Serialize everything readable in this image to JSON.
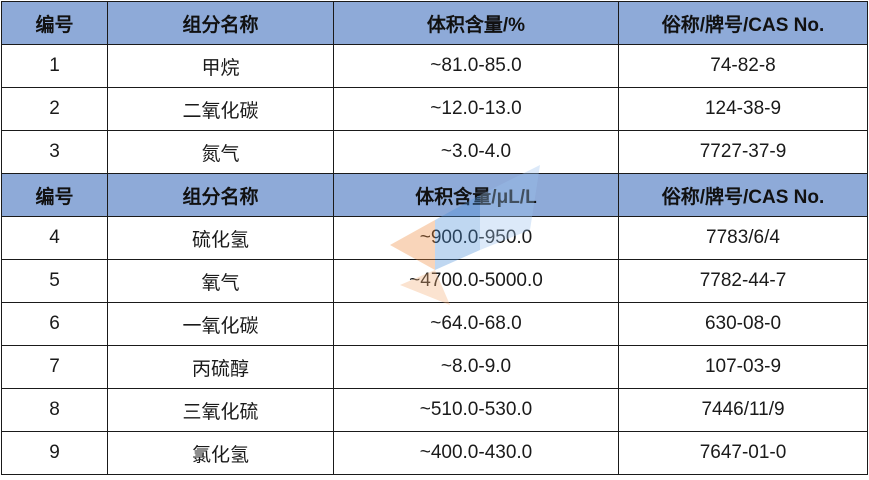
{
  "tables": [
    {
      "headers": [
        "编号",
        "组分名称",
        "体积含量/%",
        "俗称/牌号/CAS No."
      ],
      "rows": [
        [
          "1",
          "甲烷",
          "~81.0-85.0",
          "74-82-8"
        ],
        [
          "2",
          "二氧化碳",
          "~12.0-13.0",
          "124-38-9"
        ],
        [
          "3",
          "氮气",
          "~3.0-4.0",
          "7727-37-9"
        ]
      ]
    },
    {
      "headers": [
        "编号",
        "组分名称",
        "体积含量/μL/L",
        "俗称/牌号/CAS No."
      ],
      "rows": [
        [
          "4",
          "硫化氢",
          "~900.0-950.0",
          "7783/6/4"
        ],
        [
          "5",
          "氧气",
          "~4700.0-5000.0",
          "7782-44-7"
        ],
        [
          "6",
          "一氧化碳",
          "~64.0-68.0",
          "630-08-0"
        ],
        [
          "7",
          "丙硫醇",
          "~8.0-9.0",
          "107-03-9"
        ],
        [
          "8",
          "三氧化硫",
          "~510.0-530.0",
          "7446/11/9"
        ],
        [
          "9",
          "氯化氢",
          "~400.0-430.0",
          "7647-01-0"
        ]
      ]
    }
  ],
  "colors": {
    "header_bg": "#8eaad8",
    "border": "#1a1a1a",
    "watermark_orange": "#f08a3c",
    "watermark_blue": "#4a90d9"
  },
  "icons": {
    "watermark": "logo-watermark-icon"
  }
}
